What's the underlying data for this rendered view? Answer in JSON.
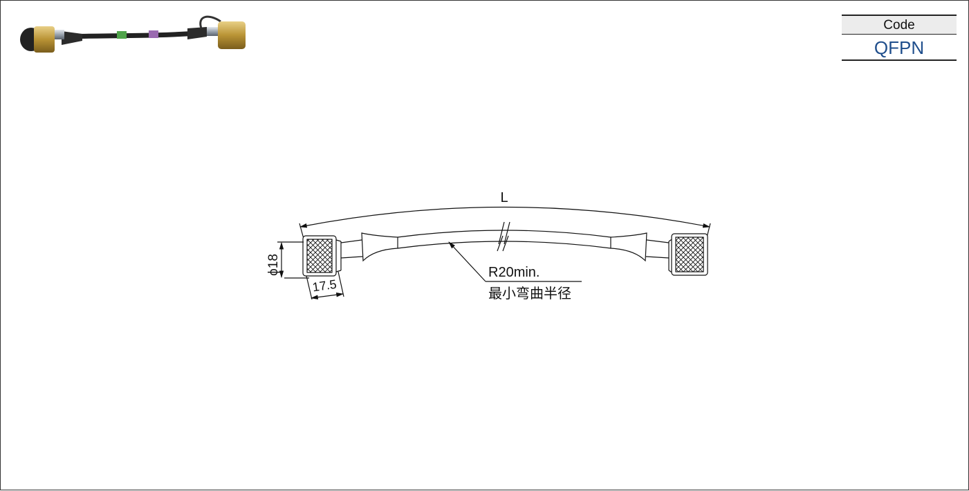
{
  "code_table": {
    "header": "Code",
    "value": "QFPN"
  },
  "drawing": {
    "length_label": "L",
    "diameter_label": "ϕ18",
    "width_label": "17.5",
    "radius_label": "R20min.",
    "radius_label_cn": "最小弯曲半径"
  },
  "colors": {
    "value_text": "#1f4e8c",
    "line": "#111111"
  }
}
